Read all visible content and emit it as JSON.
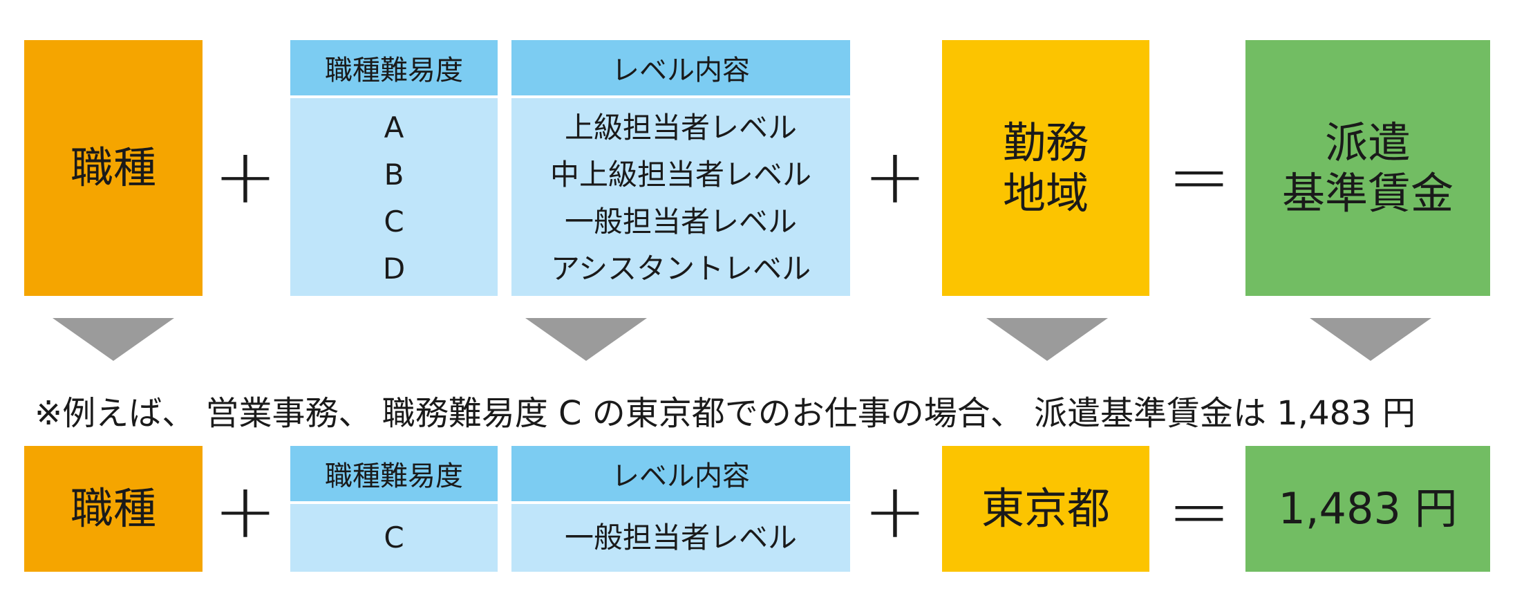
{
  "top": {
    "job_type": "職種",
    "difficulty_header": "職種難易度",
    "difficulty_levels": [
      "A",
      "B",
      "C",
      "D"
    ],
    "level_header": "レベル内容",
    "level_contents": [
      "上級担当者レベル",
      "中上級担当者レベル",
      "一般担当者レベル",
      "アシスタントレベル"
    ],
    "work_area": [
      "勤務",
      "地域"
    ],
    "base_wage": [
      "派遣",
      "基準賃金"
    ]
  },
  "operators": {
    "plus": "+",
    "equals": "="
  },
  "example_note": "※例えば、 営業事務、 職務難易度 C の東京都でのお仕事の場合、 派遣基準賃金は 1,483 円",
  "bottom": {
    "job_type": "職種",
    "difficulty_header": "職種難易度",
    "difficulty_value": "C",
    "level_header": "レベル内容",
    "level_value": "一般担当者レベル",
    "area": "東京都",
    "wage": "1,483 円"
  },
  "colors": {
    "orange": "#f5a500",
    "yellow": "#fcc400",
    "green": "#72bd63",
    "blue_header": "#7cccf2",
    "blue_body": "#bfe5fa",
    "arrow_gray": "#9b9b9b"
  }
}
